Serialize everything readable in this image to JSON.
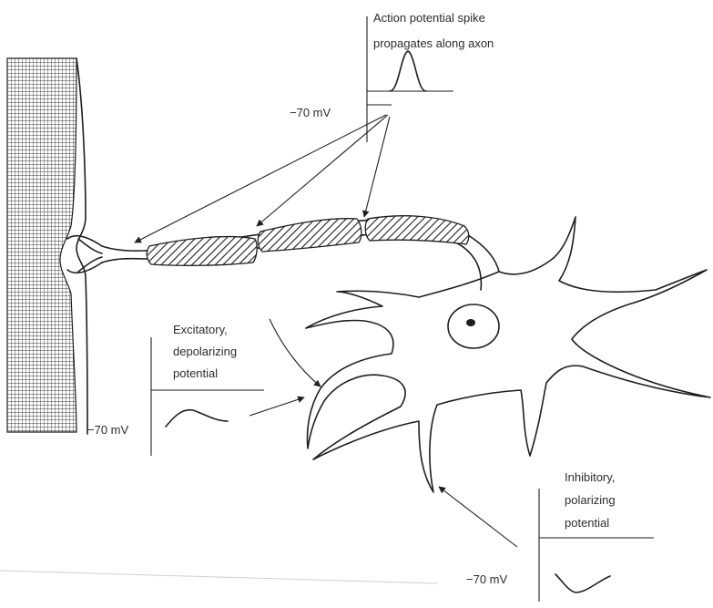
{
  "labels": {
    "action_potential_line1": "Action potential spike",
    "action_potential_line2": "propagates along axon",
    "action_potential_mv": "−70  mV",
    "excitatory_line1": "Excitatory,",
    "excitatory_line2": "depolarizing",
    "excitatory_line3": "potential",
    "excitatory_mv": "−70  mV",
    "inhibitory_line1": "Inhibitory,",
    "inhibitory_line2": "polarizing",
    "inhibitory_line3": "potential",
    "inhibitory_mv": "−70  mV"
  },
  "colors": {
    "ink": "#1e1e1e",
    "background": "#ffffff",
    "muscle_grid": "#3a3a3a"
  }
}
